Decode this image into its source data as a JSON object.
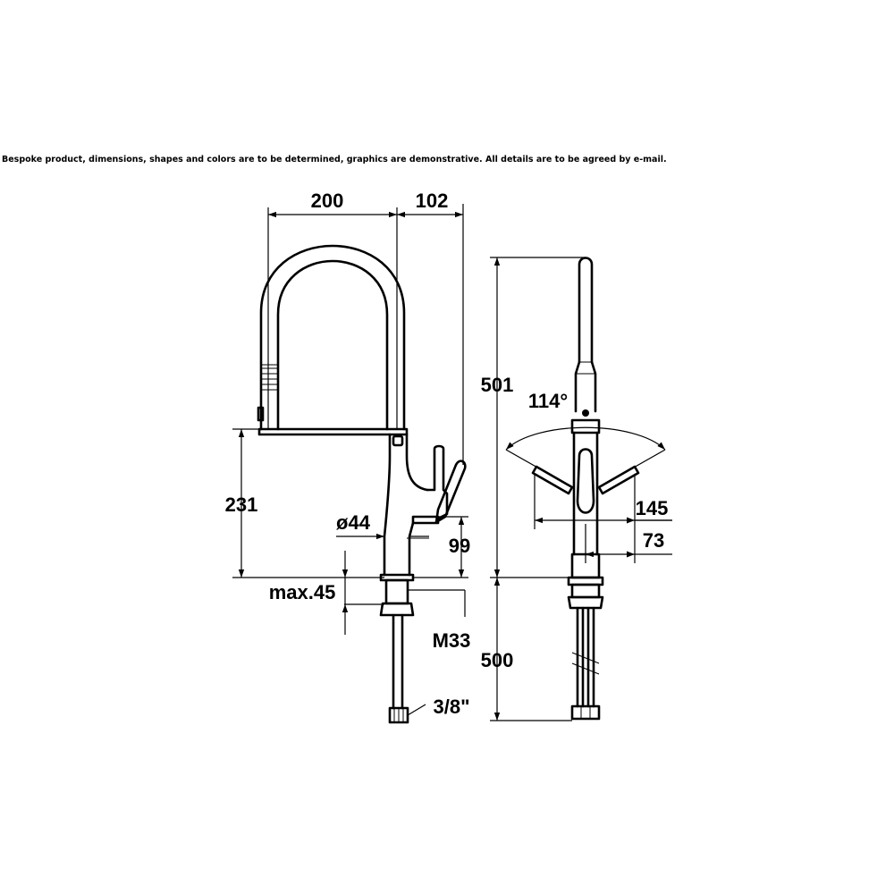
{
  "disclaimer": "Bespoke product, dimensions, shapes and colors are to be determined, graphics are demonstrative. All details are to be agreed by e-mail.",
  "dimensions": {
    "reach": "200",
    "handle_offset": "102",
    "spout_height": "231",
    "body_diameter": "ø44",
    "handle_height": "99",
    "max_thickness": "max.45",
    "thread": "M33",
    "connection": "3/8\"",
    "total_height": "501",
    "hose_length": "500",
    "swivel_angle": "114°",
    "side_width": "145",
    "side_offset": "73"
  }
}
